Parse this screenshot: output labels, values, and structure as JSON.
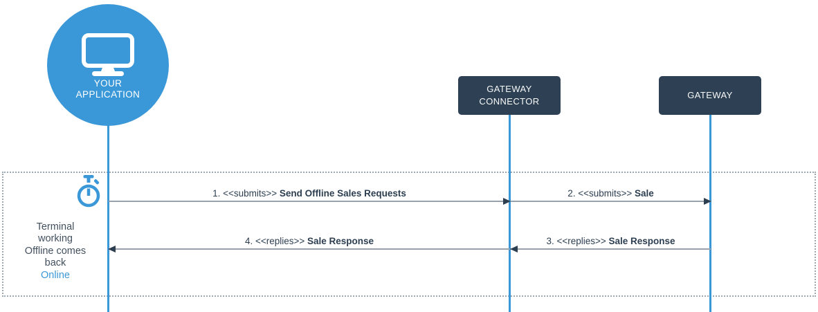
{
  "diagram": {
    "type": "sequence-diagram",
    "actors": {
      "application": {
        "label": "YOUR\nAPPLICATION",
        "icon": "monitor-icon"
      },
      "connector": {
        "label": "GATEWAY\nCONNECTOR"
      },
      "gateway": {
        "label": "GATEWAY"
      }
    },
    "frame": {
      "icon": "stopwatch-icon",
      "caption": "Terminal\nworking\nOffline comes\nback",
      "caption_highlight": "Online"
    },
    "messages": [
      {
        "prefix": "1. <<submits>> ",
        "emphasis": "Send Offline Sales Requests",
        "direction": "right",
        "from": "application",
        "to": "connector"
      },
      {
        "prefix": "2. <<submits>> ",
        "emphasis": "Sale",
        "direction": "right",
        "from": "connector",
        "to": "gateway"
      },
      {
        "prefix": "3. <<replies>> ",
        "emphasis": "Sale Response",
        "direction": "left",
        "from": "gateway",
        "to": "connector"
      },
      {
        "prefix": "4. <<replies>> ",
        "emphasis": "Sale Response",
        "direction": "left",
        "from": "connector",
        "to": "application"
      }
    ],
    "colors": {
      "accent_blue": "#3b98d8",
      "node_navy": "#2e4053",
      "message_text": "#2c3e50",
      "arrow_line": "#96a1ab",
      "arrow_head": "#2c3e50",
      "frame_border": "#9aa7b1",
      "caption_text": "#42505e",
      "background": "#ffffff"
    }
  }
}
